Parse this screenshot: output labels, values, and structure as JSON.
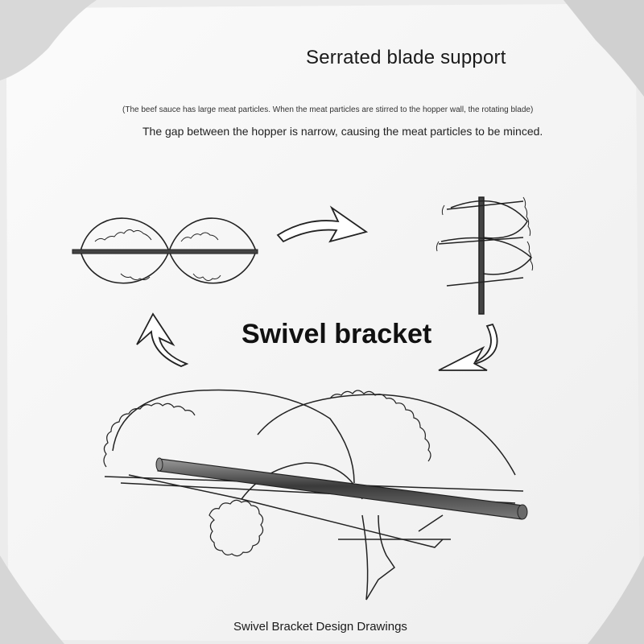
{
  "header": {
    "title": "Serrated blade support",
    "note": "(The beef sauce has large meat particles. When the meat particles are stirred to the hopper wall, the rotating blade)",
    "subtitle": "The gap between the hopper is narrow, causing the meat particles to be minced."
  },
  "diagram": {
    "center_label": "Swivel bracket",
    "caption": "Swivel Bracket Design Drawings"
  },
  "colors": {
    "background": "#ececec",
    "paper": "#f6f6f6",
    "stroke": "#222222",
    "shaft": "#555555"
  }
}
